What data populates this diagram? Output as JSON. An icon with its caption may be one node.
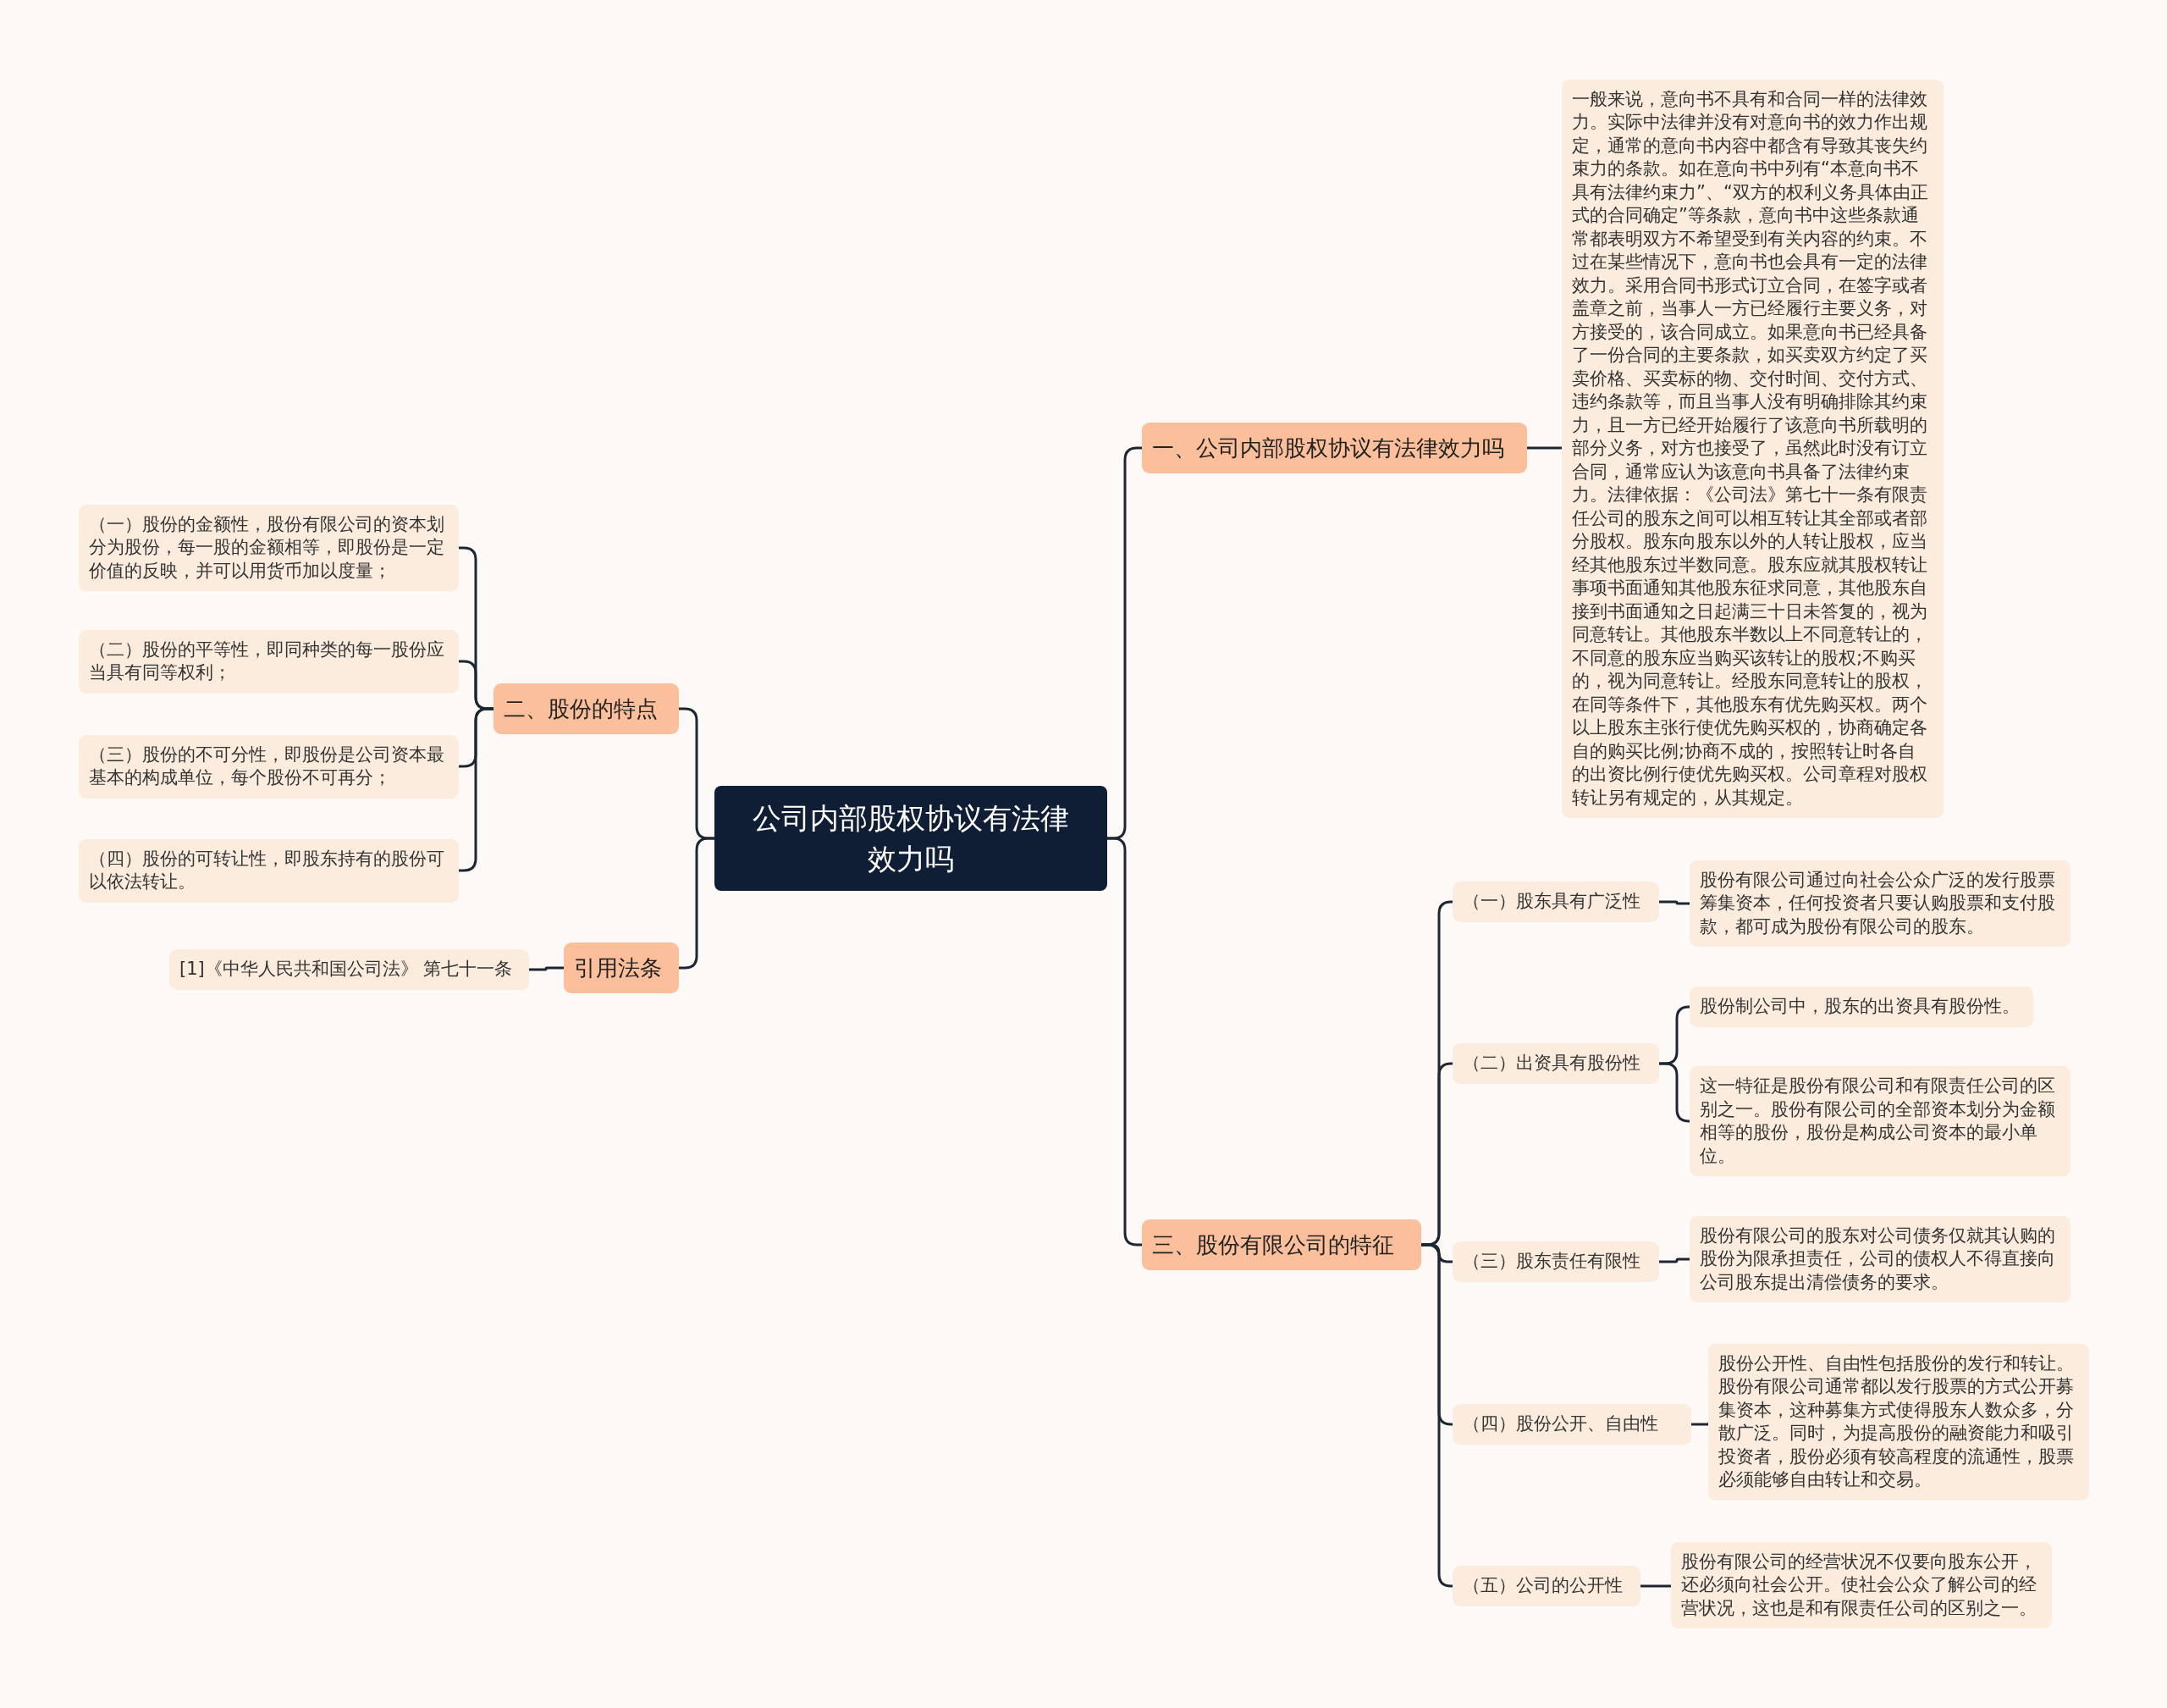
{
  "diagram": {
    "nodes": [
      {
        "text": [
          "公司内部股权协议有法律效力吗"
        ]
      },
      {
        "text": [
          "一、公司内部股权协议有法律效力吗"
        ]
      },
      {
        "text": [
          "一般来说，意向书不具有和合同一样的法律效力。实际中法律并没有对意向书的效力作出规定，通常的意向书内容中都含有导致其丧失约束力的条款。如在意向书中列有“本意向书不具有法律约束力”、“双方的权利义务具体由正式的合同确定”等条款，意向书中这些条款通常都表明双方不希望受到有关内容的约束。不过在某些情况下，意向书也会具有一定的法律效力。采用合同书形式订立合同，在签字或者盖章之前，当事人一方已经履行主要义务，对方接受的，该合同成立。如果意向书已经具备了一份合同的主要条款，如买卖双方约定了买卖价格、买卖标的物、交付时间、交付方式、违约条款等，而且当事人没有明确排除其约束力，且一方已经开始履行了该意向书所载明的部分义务，对方也接受了，虽然此时没有订立合同，通常应认为该意向书具备了法律约束力。法律依据：《公司法》第七十一条有限责任公司的股东之间可以相互转让其全部或者部分股权。股东向股东以外的人转让股权，应当经其他股东过半数同意。股东应就其股权转让事项书面通知其他股东征求同意，其他股东自接到书面通知之日起满三十日未答复的，视为同意转让。其他股东半数以上不同意转让的，不同意的股东应当购买该转让的股权;不购买的，视为同意转让。经股东同意转让的股权，在同等条件下，其他股东有优先购买权。两个以上股东主张行使优先购买权的，协商确定各自的购买比例;协商不成的，按照转让时各自的出资比例行使优先购买权。公司章程对股权转让另有规定的，从其规定。"
        ]
      },
      {
        "text": [
          "二、股份的特点"
        ]
      },
      {
        "text": [
          "（一）股份的金额性，股份有限公司的资本划分为股份，每一股的金额相等，即股份是一定价值的反映，并可以用货币加以度量；"
        ]
      },
      {
        "text": [
          "（二）股份的平等性，即同种类的每一股份应当具有同等权利；"
        ]
      },
      {
        "text": [
          "（三）股份的不可分性，即股份是公司资本最基本的构成单位，每个股份不可再分；"
        ]
      },
      {
        "text": [
          "（四）股份的可转让性，即股东持有的股份可以依法转让。"
        ]
      },
      {
        "text": [
          "引用法条"
        ]
      },
      {
        "text": [
          "[1]《中华人民共和国公司法》 第七十一条"
        ]
      },
      {
        "text": [
          "三、股份有限公司的特征"
        ]
      },
      {
        "text": [
          "（一）股东具有广泛性"
        ]
      },
      {
        "text": [
          "股份有限公司通过向社会公众广泛的发行股票筹集资本，任何投资者只要认购股票和支付股款，都可成为股份有限公司的股东。"
        ]
      },
      {
        "text": [
          "（二）出资具有股份性"
        ]
      },
      {
        "text": [
          "股份制公司中，股东的出资具有股份性。"
        ]
      },
      {
        "text": [
          "这一特征是股份有限公司和有限责任公司的区别之一。股份有限公司的全部资本划分为金额相等的股份，股份是构成公司资本的最小单位。"
        ]
      },
      {
        "text": [
          "（三）股东责任有限性"
        ]
      },
      {
        "text": [
          "股份有限公司的股东对公司债务仅就其认购的股份为限承担责任，公司的债权人不得直接向公司股东提出清偿债务的要求。"
        ]
      },
      {
        "text": [
          "（四）股份公开、自由性"
        ]
      },
      {
        "text": [
          "股份公开性、自由性包括股份的发行和转让。股份有限公司通常都以发行股票的方式公开募集资本，这种募集方式使得股东人数众多，分散广泛。同时，为提高股份的融资能力和吸引投资者，股份必须有较高程度的流通性，股票必须能够自由转让和交易。"
        ]
      },
      {
        "text": [
          "（五）公司的公开性"
        ]
      },
      {
        "text": [
          "股份有限公司的经营状况不仅要向股东公开，还必须向社会公开。使社会公众了解公司的经营状况，这也是和有限责任公司的区别之一。"
        ]
      }
    ],
    "edges": [
      {
        "from": 0,
        "to": 1,
        "arrow": "none"
      },
      {
        "from": 1,
        "to": 2,
        "arrow": "none"
      },
      {
        "from": 0,
        "to": 3,
        "arrow": "none"
      },
      {
        "from": 3,
        "to": 4,
        "arrow": "none"
      },
      {
        "from": 3,
        "to": 5,
        "arrow": "none"
      },
      {
        "from": 3,
        "to": 6,
        "arrow": "none"
      },
      {
        "from": 3,
        "to": 7,
        "arrow": "none"
      },
      {
        "from": 0,
        "to": 8,
        "arrow": "none"
      },
      {
        "from": 8,
        "to": 9,
        "arrow": "none"
      },
      {
        "from": 0,
        "to": 10,
        "arrow": "none"
      },
      {
        "from": 10,
        "to": 11,
        "arrow": "none"
      },
      {
        "from": 11,
        "to": 12,
        "arrow": "none"
      },
      {
        "from": 10,
        "to": 13,
        "arrow": "none"
      },
      {
        "from": 13,
        "to": 14,
        "arrow": "none"
      },
      {
        "from": 13,
        "to": 15,
        "arrow": "none"
      },
      {
        "from": 10,
        "to": 16,
        "arrow": "none"
      },
      {
        "from": 16,
        "to": 17,
        "arrow": "none"
      },
      {
        "from": 10,
        "to": 18,
        "arrow": "none"
      },
      {
        "from": 18,
        "to": 19,
        "arrow": "none"
      },
      {
        "from": 10,
        "to": 20,
        "arrow": "none"
      },
      {
        "from": 20,
        "to": 21,
        "arrow": "none"
      }
    ]
  }
}
